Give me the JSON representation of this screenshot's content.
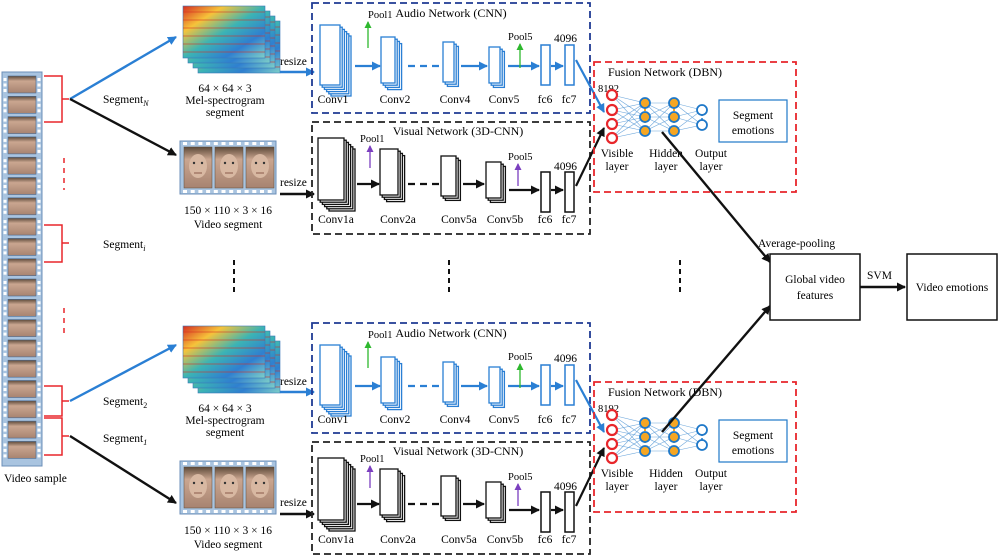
{
  "video_strip": {
    "label": "Video sample"
  },
  "segments": {
    "n": "Segment",
    "n_sub": "N",
    "i": "Segment",
    "i_sub": "i",
    "two": "Segment",
    "two_sub": "2",
    "one": "Segment",
    "one_sub": "1"
  },
  "audio_input": {
    "size": "64 × 64 × 3",
    "line1": "Mel-spectrogram",
    "line2": "segment",
    "resize": "resize"
  },
  "visual_input": {
    "size": "150 × 110 × 3 × 16",
    "line1": "Video segment",
    "resize": "resize"
  },
  "audio_network": {
    "title": "Audio Network (CNN)",
    "pool1": "Pool1",
    "pool5": "Pool5",
    "dim": "4096",
    "layers": [
      "Conv1",
      "Conv2",
      "Conv4",
      "Conv5",
      "fc6",
      "fc7"
    ]
  },
  "visual_network": {
    "title": "Visual Network (3D-CNN)",
    "pool1": "Pool1",
    "pool5": "Pool5",
    "dim": "4096",
    "layers": [
      "Conv1a",
      "Conv2a",
      "Conv5a",
      "Conv5b",
      "fc6",
      "fc7"
    ]
  },
  "fusion_network": {
    "title": "Fusion Network (DBN)",
    "dim": "8192",
    "visible": [
      "Visible",
      "layer"
    ],
    "hidden": [
      "Hidden",
      "layer"
    ],
    "output": [
      "Output",
      "layer"
    ],
    "emotions": [
      "Segment",
      "emotions"
    ]
  },
  "pooling": {
    "label": "Average-pooling"
  },
  "global": {
    "line1": "Global video",
    "line2": "features"
  },
  "svm": {
    "label": "SVM"
  },
  "result": {
    "label": "Video emotions"
  },
  "colors": {
    "blue_box": "#1f3a93",
    "red_box": "#e8262b",
    "black_box": "#222222",
    "arrow_blue": "#2a7fd4",
    "neuron_orange": "#f5a623",
    "neuron_ring": "#1f78c8",
    "visible_red": "#e8262b",
    "green_arrow": "#2eb82e",
    "purple_arrow": "#7b3fbf"
  }
}
